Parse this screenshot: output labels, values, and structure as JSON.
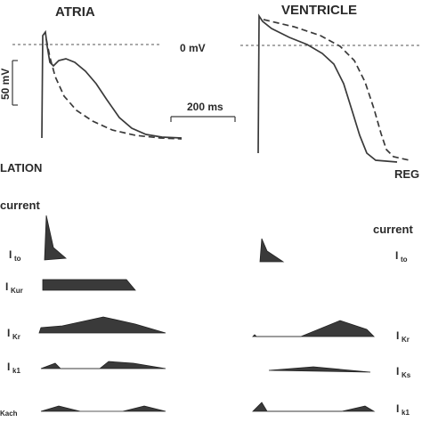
{
  "panels": {
    "atria_title": "ATRIA",
    "ventricle_title": "VENTRICLE"
  },
  "labels": {
    "zero_mv": "0 mV",
    "time_scale": "200 ms",
    "voltage_scale": "50 mV",
    "left_section": "LATION",
    "right_section": "REG",
    "current_left": "current",
    "current_right": "current"
  },
  "currents_left": [
    {
      "main": "I",
      "sub": "to"
    },
    {
      "main": "I",
      "sub": "Kur"
    },
    {
      "main": "I",
      "sub": "Kr"
    },
    {
      "main": "I",
      "sub": "k1"
    },
    {
      "main": "",
      "sub": "Kach"
    }
  ],
  "currents_right": [
    {
      "main": "I",
      "sub": "to"
    },
    {
      "main": "I",
      "sub": "Kr"
    },
    {
      "main": "I",
      "sub": "Ks"
    },
    {
      "main": "I",
      "sub": "k1"
    }
  ],
  "colors": {
    "trace": "#3a3a3a",
    "fill": "#3a3a3a",
    "text": "#2a2a2a"
  }
}
